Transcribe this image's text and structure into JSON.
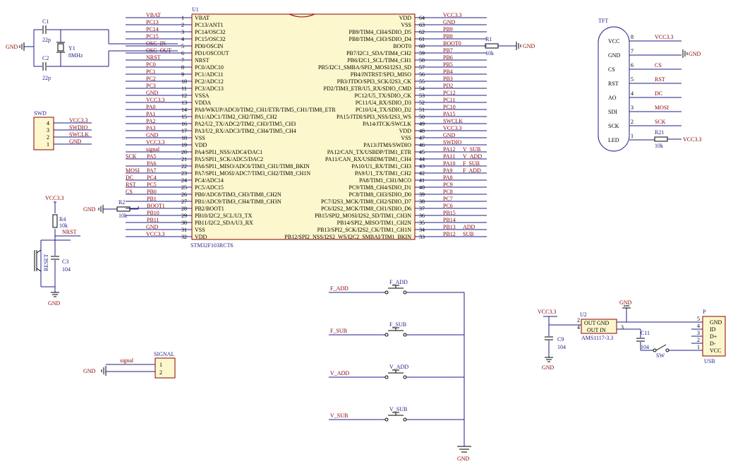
{
  "colors": {
    "wire": "#1d1d8a",
    "net": "#8b0000",
    "ic_fill": "#fcf7cc",
    "text": "#000000"
  },
  "u1": {
    "designator": "U1",
    "part": "STM32F103RCT6",
    "left_pins": [
      {
        "num": "1",
        "name": "VBAT",
        "net": "VBAT"
      },
      {
        "num": "2",
        "name": "PC13/ANT1",
        "net": "PC13"
      },
      {
        "num": "3",
        "name": "PC14/OSC32",
        "net": "PC14"
      },
      {
        "num": "4",
        "name": "PC15/OSC32",
        "net": "PC15"
      },
      {
        "num": "5",
        "name": "PD0/OSCIN",
        "net": "OSC_IN"
      },
      {
        "num": "6",
        "name": "PD1/OSCOUT",
        "net": "OSC_OUT"
      },
      {
        "num": "7",
        "name": "NRST",
        "net": "NRST"
      },
      {
        "num": "8",
        "name": "PC0/ADC10",
        "net": "PC0"
      },
      {
        "num": "9",
        "name": "PC1/ADC11",
        "net": "PC1"
      },
      {
        "num": "10",
        "name": "PC2/ADC12",
        "net": "PC2"
      },
      {
        "num": "11",
        "name": "PC3/ADC13",
        "net": "PC3"
      },
      {
        "num": "12",
        "name": "VSSA",
        "net": "GND"
      },
      {
        "num": "13",
        "name": "VDDA",
        "net": "VCC3.3"
      },
      {
        "num": "14",
        "name": "PA0/WKUP/ADC0/TIM2_CH1/ETR/TIM5_CH1/TIM8_ETR",
        "net": "PA0"
      },
      {
        "num": "15",
        "name": "PA1/ADC1/TIM2_CH2/TIM5_CH2",
        "net": "PA1"
      },
      {
        "num": "16",
        "name": "PA2/U2_TX/ADC2/TIM2_CH3/TIM5_CH3",
        "net": "PA2"
      },
      {
        "num": "17",
        "name": "PA3/U2_RX/ADC3/TIM2_CH4/TIM5_CH4",
        "net": "PA3"
      },
      {
        "num": "18",
        "name": "VSS",
        "net": "GND"
      },
      {
        "num": "19",
        "name": "VDD",
        "net": "VCC3.3"
      },
      {
        "num": "20",
        "name": "PA4/SPI1_NSS/ADC4/DAC1",
        "net": "signal"
      },
      {
        "num": "21",
        "name": "PA5/SPI1_SCK/ADC5/DAC2",
        "net": "SCK",
        "extra": "PA5"
      },
      {
        "num": "22",
        "name": "PA6/SPI1_MISO/ADC6/TIM3_CH1/TIM8_BKIN",
        "net": "",
        "extra": "PA6"
      },
      {
        "num": "23",
        "name": "PA7/SPI1_MOSI/ADC7/TIM3_CH2/TIM8_CH1N",
        "net": "MOSI",
        "extra": "PA7"
      },
      {
        "num": "24",
        "name": "PC4/ADC14",
        "net": "DC",
        "extra": "PC4"
      },
      {
        "num": "25",
        "name": "PC5/ADC15",
        "net": "RST",
        "extra": "PC5"
      },
      {
        "num": "26",
        "name": "PB0/ADC8/TIM3_CH3/TIM8_CH2N",
        "net": "CS",
        "extra": "PB0"
      },
      {
        "num": "27",
        "name": "PB1/ADC9/TIM3_CH4/TIM8_CH3N",
        "net": "",
        "extra": "PB1"
      },
      {
        "num": "28",
        "name": "PB2/BOOT1",
        "net": "",
        "extra": "BOOT1"
      },
      {
        "num": "29",
        "name": "PB10/I2C2_SCL/U3_TX",
        "net": "",
        "extra": "PB10"
      },
      {
        "num": "30",
        "name": "PB11/I2C2_SDA/U3_RX",
        "net": "",
        "extra": "PB11"
      },
      {
        "num": "31",
        "name": "VSS",
        "net": "GND"
      },
      {
        "num": "32",
        "name": "VDD",
        "net": "VCC3.3"
      }
    ],
    "right_pins": [
      {
        "num": "64",
        "name": "VDD",
        "net": "VCC3.3"
      },
      {
        "num": "63",
        "name": "VSS",
        "net": "GND"
      },
      {
        "num": "62",
        "name": "PB9/TIM4_CH4/SDIO_D5",
        "net": "PB9"
      },
      {
        "num": "61",
        "name": "PB8/TIM4_CH3/SDIO_D4",
        "net": "PB8"
      },
      {
        "num": "60",
        "name": "BOOT0",
        "net": "BOOT0"
      },
      {
        "num": "59",
        "name": "PB7/I2C1_SDA/TIM4_CH2",
        "net": "PB7"
      },
      {
        "num": "58",
        "name": "PB6/I2C1_SCL/TIM4_CH1",
        "net": "PB6"
      },
      {
        "num": "57",
        "name": "PB5/I2C1_SMBA/SPI3_MOSI/I2S3_SD",
        "net": "PB5"
      },
      {
        "num": "56",
        "name": "PB4/JNTRST/SPI3_MISO",
        "net": "PB4"
      },
      {
        "num": "55",
        "name": "PB3/JTDO/SPI3_SCK/I2S3_CK",
        "net": "PB3"
      },
      {
        "num": "54",
        "name": "PD2/TIM3_ETR/U5_RX/SDIO_CMD",
        "net": "PD2"
      },
      {
        "num": "53",
        "name": "PC12/U5_TX/SDIO_CK",
        "net": "PC12"
      },
      {
        "num": "52",
        "name": "PC11/U4_RX/SDIO_D3",
        "net": "PC11"
      },
      {
        "num": "51",
        "name": "PC10/U4_TX/SDIO_D2",
        "net": "PC10"
      },
      {
        "num": "50",
        "name": "PA15/JTDI/SPI3_NSS/I2S3_WS",
        "net": "PA15"
      },
      {
        "num": "49",
        "name": "PA14/JTCK/SWCLK",
        "net": "SWCLK"
      },
      {
        "num": "48",
        "name": "VDD",
        "net": "VCC3.3"
      },
      {
        "num": "47",
        "name": "VSS",
        "net": "GND"
      },
      {
        "num": "46",
        "name": "PA13/JTMS/SWDIO",
        "net": "SWDIO"
      },
      {
        "num": "45",
        "name": "PA12/CAN_TX/USBDP/TIM1_ETR",
        "net": "V_SUB",
        "extra": "PA12"
      },
      {
        "num": "44",
        "name": "PA11/CAN_RX/USBDM/TIM1_CH4",
        "net": "V_ADD",
        "extra": "PA11"
      },
      {
        "num": "43",
        "name": "PA10/U1_RX/TIM1_CH3",
        "net": "F_SUB",
        "extra": "PA10"
      },
      {
        "num": "42",
        "name": "PA9/U1_TX/TIM1_CH2",
        "net": "F_ADD",
        "extra": "PA9"
      },
      {
        "num": "41",
        "name": "PA8/TIM1_CH1/MCO",
        "net": "",
        "extra": "PA8"
      },
      {
        "num": "40",
        "name": "PC9/TIM8_CH4/SDIO_D1",
        "net": "",
        "extra": "PC9"
      },
      {
        "num": "39",
        "name": "PC8/TIM8_CH3/SDIO_D0",
        "net": "",
        "extra": "PC8"
      },
      {
        "num": "38",
        "name": "PC7/I2S3_MCK/TIM8_CH2/SDIO_D7",
        "net": "",
        "extra": "PC7"
      },
      {
        "num": "37",
        "name": "PC6/I2S2_MCK/TIM8_CH1/SDIO_D6",
        "net": "",
        "extra": "PC6"
      },
      {
        "num": "36",
        "name": "PB15/SPI2_MOSI/I2S2_SD/TIM1_CH3N",
        "net": "",
        "extra": "PB15"
      },
      {
        "num": "35",
        "name": "PB14/SPI2_MISO/TIM1_CH2N",
        "net": "",
        "extra": "PB14"
      },
      {
        "num": "34",
        "name": "PB13/SPI2_SCK/I2S2_CK/TIM1_CH1N",
        "net": "ADD",
        "extra": "PB13"
      },
      {
        "num": "33",
        "name": "PB12/SPI2_NSS/I2S2_WS/I2C2_SMBAI/TIM1_BKIN",
        "net": "SUB",
        "extra": "PB12"
      }
    ]
  },
  "crystal": {
    "c1": "C1",
    "c1v": "22p",
    "c2": "C2",
    "c2v": "22p",
    "y1": "Y1",
    "y1v": "8MHz",
    "gnd": "GND"
  },
  "r1": {
    "des": "R1",
    "val": "10k",
    "gnd": "GND"
  },
  "tft": {
    "title": "TFT",
    "pins": [
      {
        "name": "VCC",
        "num": "8",
        "net": "VCC3.3"
      },
      {
        "name": "GND",
        "num": "7",
        "net": "GND"
      },
      {
        "name": "CS",
        "num": "6",
        "net": "CS"
      },
      {
        "name": "RST",
        "num": "5",
        "net": "RST"
      },
      {
        "name": "AO",
        "num": "4",
        "net": "DC"
      },
      {
        "name": "SDI",
        "num": "3",
        "net": "MOSI"
      },
      {
        "name": "SCK",
        "num": "2",
        "net": "SCK"
      },
      {
        "name": "LED",
        "num": "1",
        "net": ""
      }
    ],
    "r21": "R21",
    "r21v": "10k",
    "led_net": "VCC3.3"
  },
  "swd": {
    "title": "SWD",
    "pins": [
      {
        "num": "4",
        "net": "VCC3.3"
      },
      {
        "num": "3",
        "net": "SWDIO"
      },
      {
        "num": "2",
        "net": "SWCLK"
      },
      {
        "num": "1",
        "net": "GND"
      }
    ]
  },
  "reset": {
    "vcc": "VCC3.3",
    "r4": "R4",
    "r4v": "10k",
    "nrst": "NRST",
    "sw": "RESET",
    "c3": "C3",
    "c3v": "104",
    "gnd": "GND"
  },
  "r2": {
    "des": "R2",
    "val": "10k",
    "gnd": "GND",
    "boot1": "BOOT1"
  },
  "signal": {
    "title": "SIGNAL",
    "net": "signal",
    "gnd": "GND",
    "p1": "1",
    "p2": "2"
  },
  "buttons": [
    {
      "net": "F_ADD",
      "label": "F_ADD"
    },
    {
      "net": "F_SUB",
      "label": "F_SUB"
    },
    {
      "net": "V_ADD",
      "label": "V_ADD"
    },
    {
      "net": "V_SUB",
      "label": "V_SUB"
    }
  ],
  "buttons_gnd": "GND",
  "power": {
    "vcc": "VCC3.3",
    "c9": "C9",
    "c9v": "104",
    "u2": "U2",
    "u2part": "AMS1117-3.3",
    "out": "OUT",
    "gndpin": "GND",
    "outin": "OUT IN",
    "p2": "2",
    "p4": "4",
    "p3": "3",
    "c11": "C11",
    "c11v": "104",
    "sw": "SW",
    "gnd": "GND"
  },
  "usb": {
    "title": "P",
    "label": "USB",
    "pins": [
      {
        "num": "5",
        "name": "GND"
      },
      {
        "num": "4",
        "name": "ID"
      },
      {
        "num": "3",
        "name": "D+"
      },
      {
        "num": "2",
        "name": "D-"
      },
      {
        "num": "1",
        "name": "VCC"
      }
    ]
  }
}
